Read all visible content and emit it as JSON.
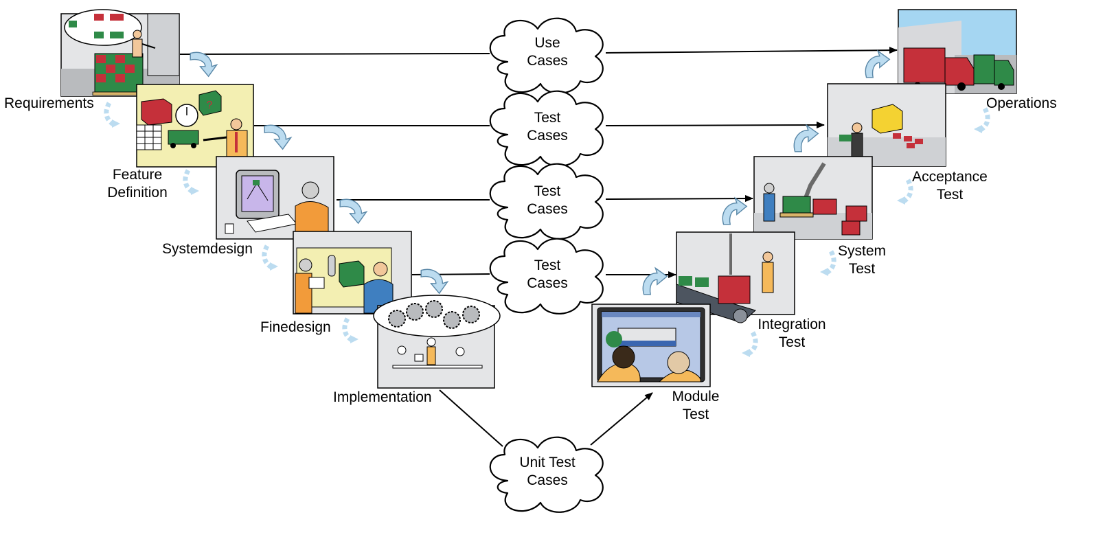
{
  "colors": {
    "panel_wall": "#e4e5e7",
    "panel_floor": "#b9bbbe",
    "board": "#f3efb2",
    "box_red": "#c5303a",
    "box_green": "#2f8a48",
    "accent_blue": "#a8d0ea",
    "sky": "#a5d6f2",
    "arrow": "#000000",
    "flow_arrow": "#bcdcf0"
  },
  "stages_left": [
    {
      "id": "requirements",
      "label": "Requirements"
    },
    {
      "id": "feature-definition",
      "label": "Feature\nDefinition"
    },
    {
      "id": "systemdesign",
      "label": "Systemdesign"
    },
    {
      "id": "finedesign",
      "label": "Finedesign"
    },
    {
      "id": "implementation",
      "label": "Implementation"
    }
  ],
  "stages_right": [
    {
      "id": "operations",
      "label": "Operations"
    },
    {
      "id": "acceptance-test",
      "label": "Acceptance\nTest"
    },
    {
      "id": "system-test",
      "label": "System\nTest"
    },
    {
      "id": "integration-test",
      "label": "Integration\nTest"
    },
    {
      "id": "module-test",
      "label": "Module\nTest"
    }
  ],
  "clouds": [
    {
      "id": "use-cases",
      "line1": "Use",
      "line2": "Cases"
    },
    {
      "id": "test-cases-1",
      "line1": "Test",
      "line2": "Cases"
    },
    {
      "id": "test-cases-2",
      "line1": "Test",
      "line2": "Cases"
    },
    {
      "id": "test-cases-3",
      "line1": "Test",
      "line2": "Cases"
    },
    {
      "id": "unit-test-cases",
      "line1": "Unit Test",
      "line2": "Cases"
    }
  ]
}
